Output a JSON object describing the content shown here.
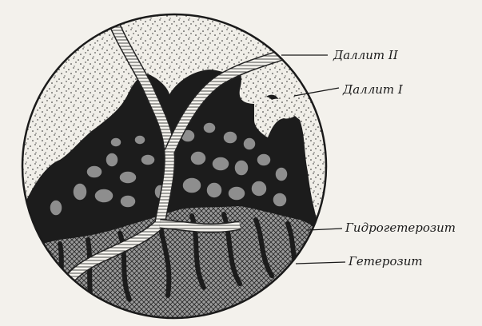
{
  "labels": {
    "dallit_2": "Даллит II",
    "dallit_1": "Даллит I",
    "hydroheterosite": "Гидрогетерозит",
    "heterosite": "Гетерозит"
  },
  "colors": {
    "ink": "#1a1a1a",
    "paper": "#f3f1ec",
    "dallit_fill": "#f0eee8",
    "heterosite_gray": "#8a8a8a"
  }
}
